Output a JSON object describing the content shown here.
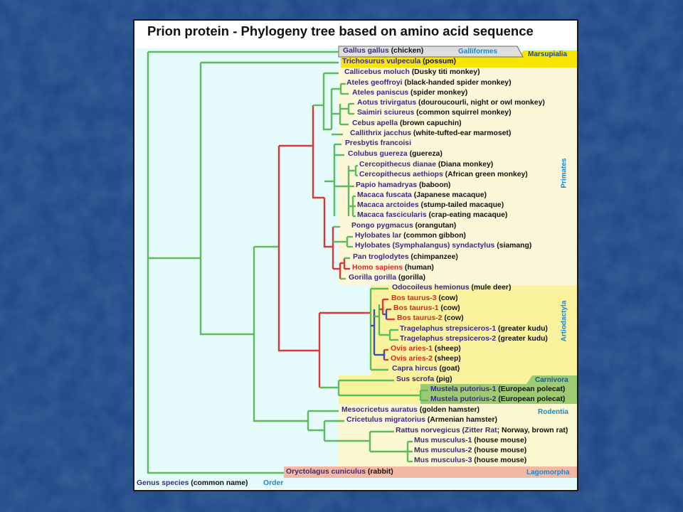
{
  "title": "Prion protein - Phylogeny tree based on amino acid sequence",
  "colors": {
    "background": "#1a3d7a",
    "branch_green": "#5cbc5c",
    "branch_red": "#d83a3a",
    "branch_blue": "#3a50b0",
    "primates_bg": "#fbf7d8",
    "artiodactyla_bg": "#fbf29e",
    "carnivora_bg": "#9dca72",
    "rodentia_bg": "#fbf7d0",
    "lagomorpha_bg": "#f2b8a4",
    "marsupialia_bg": "#f6e600",
    "galliformes_bg": "#dedede",
    "root_bg": "#e6fbfb"
  },
  "taxa": [
    {
      "species": "Gallus gallus",
      "common": "(chicken)"
    },
    {
      "species": "Trichosurus vulpecula",
      "common": "(possum)"
    },
    {
      "species": "Callicebus moluch",
      "common": "(Dusky titi monkey)"
    },
    {
      "species": "Ateles geoffroyi",
      "common": "(black-handed spider monkey)"
    },
    {
      "species": "Ateles paniscus",
      "common": "(spider monkey)"
    },
    {
      "species": "Aotus trivirgatus",
      "common": "(douroucourli, night or owl monkey)"
    },
    {
      "species": "Saimiri sciureus",
      "common": "(common squirrel monkey)"
    },
    {
      "species": "Cebus apella",
      "common": "(brown capuchin)"
    },
    {
      "species": "Callithrix jacchus",
      "common": "(white-tufted-ear marmoset)"
    },
    {
      "species": "Presbytis francoisi",
      "common": ""
    },
    {
      "species": "Colubus guereza",
      "common": "(guereza)"
    },
    {
      "species": "Cercopithecus dianae",
      "common": "(Diana monkey)"
    },
    {
      "species": "Cercopithecus aethiops",
      "common": "(African green monkey)"
    },
    {
      "species": "Papio hamadryas",
      "common": "(baboon)"
    },
    {
      "species": "Macaca fuscata",
      "common": "(Japanese macaque)"
    },
    {
      "species": "Macaca arctoides",
      "common": "(stump-tailed macaque)"
    },
    {
      "species": "Macaca fascicularis",
      "common": "(crap-eating macaque)"
    },
    {
      "species": "Pongo pygmacus",
      "common": "(orangutan)"
    },
    {
      "species": "Hylobates lar",
      "common": "(common gibbon)"
    },
    {
      "species": "Hylobates (Symphalangus) syndactylus",
      "common": "(siamang)"
    },
    {
      "species": "Pan troglodytes",
      "common": "(chimpanzee)"
    },
    {
      "species": "Homo sapiens",
      "common": "(human)"
    },
    {
      "species": "Gorilla gorilla",
      "common": "(gorilla)"
    },
    {
      "species": "Odocoileus hemionus",
      "common": "(mule deer)"
    },
    {
      "species": "Bos taurus-3",
      "common": "(cow)"
    },
    {
      "species": "Bos taurus-1",
      "common": "(cow)"
    },
    {
      "species": "Bos taurus-2",
      "common": "(cow)"
    },
    {
      "species": "Tragelaphus strepsiceros-1",
      "common": "(greater kudu)"
    },
    {
      "species": "Tragelaphus strepsiceros-2",
      "common": "(greater kudu)"
    },
    {
      "species": "Ovis aries-1",
      "common": "(sheep)"
    },
    {
      "species": "Ovis aries-2",
      "common": "(sheep)"
    },
    {
      "species": "Capra hircus",
      "common": "(goat)"
    },
    {
      "species": "Sus scrofa",
      "common": "(pig)"
    },
    {
      "species": "Mustela putorius-1",
      "common": "(European polecat)"
    },
    {
      "species": "Mustela putorius-2",
      "common": "(European polecat)"
    },
    {
      "species": "Mesocricetus auratus",
      "common": "(golden hamster)"
    },
    {
      "species": "Cricetulus migratorius",
      "common": "(Armenian hamster)"
    },
    {
      "species": "Rattus norvegicus (Zitter Rat",
      "common": "; Norway, brown rat)"
    },
    {
      "species": "Mus musculus-1",
      "common": "(house mouse)"
    },
    {
      "species": "Mus musculus-2",
      "common": "(house mouse)"
    },
    {
      "species": "Mus musculus-3",
      "common": "(house mouse)"
    },
    {
      "species": "Oryctolagus cuniculus",
      "common": "(rabbit)"
    }
  ],
  "orders": {
    "galliformes": "Galliformes",
    "marsupialia": "Marsupialia",
    "primates": "Primates",
    "artiodactyla": "Artiodactyla",
    "carnivora": "Carnivora",
    "rodentia": "Rodentia",
    "lagomorpha": "Lagomorpha"
  },
  "legend": {
    "genus_species": "Genus species",
    "common_name": "(common name)",
    "order": "Order"
  }
}
